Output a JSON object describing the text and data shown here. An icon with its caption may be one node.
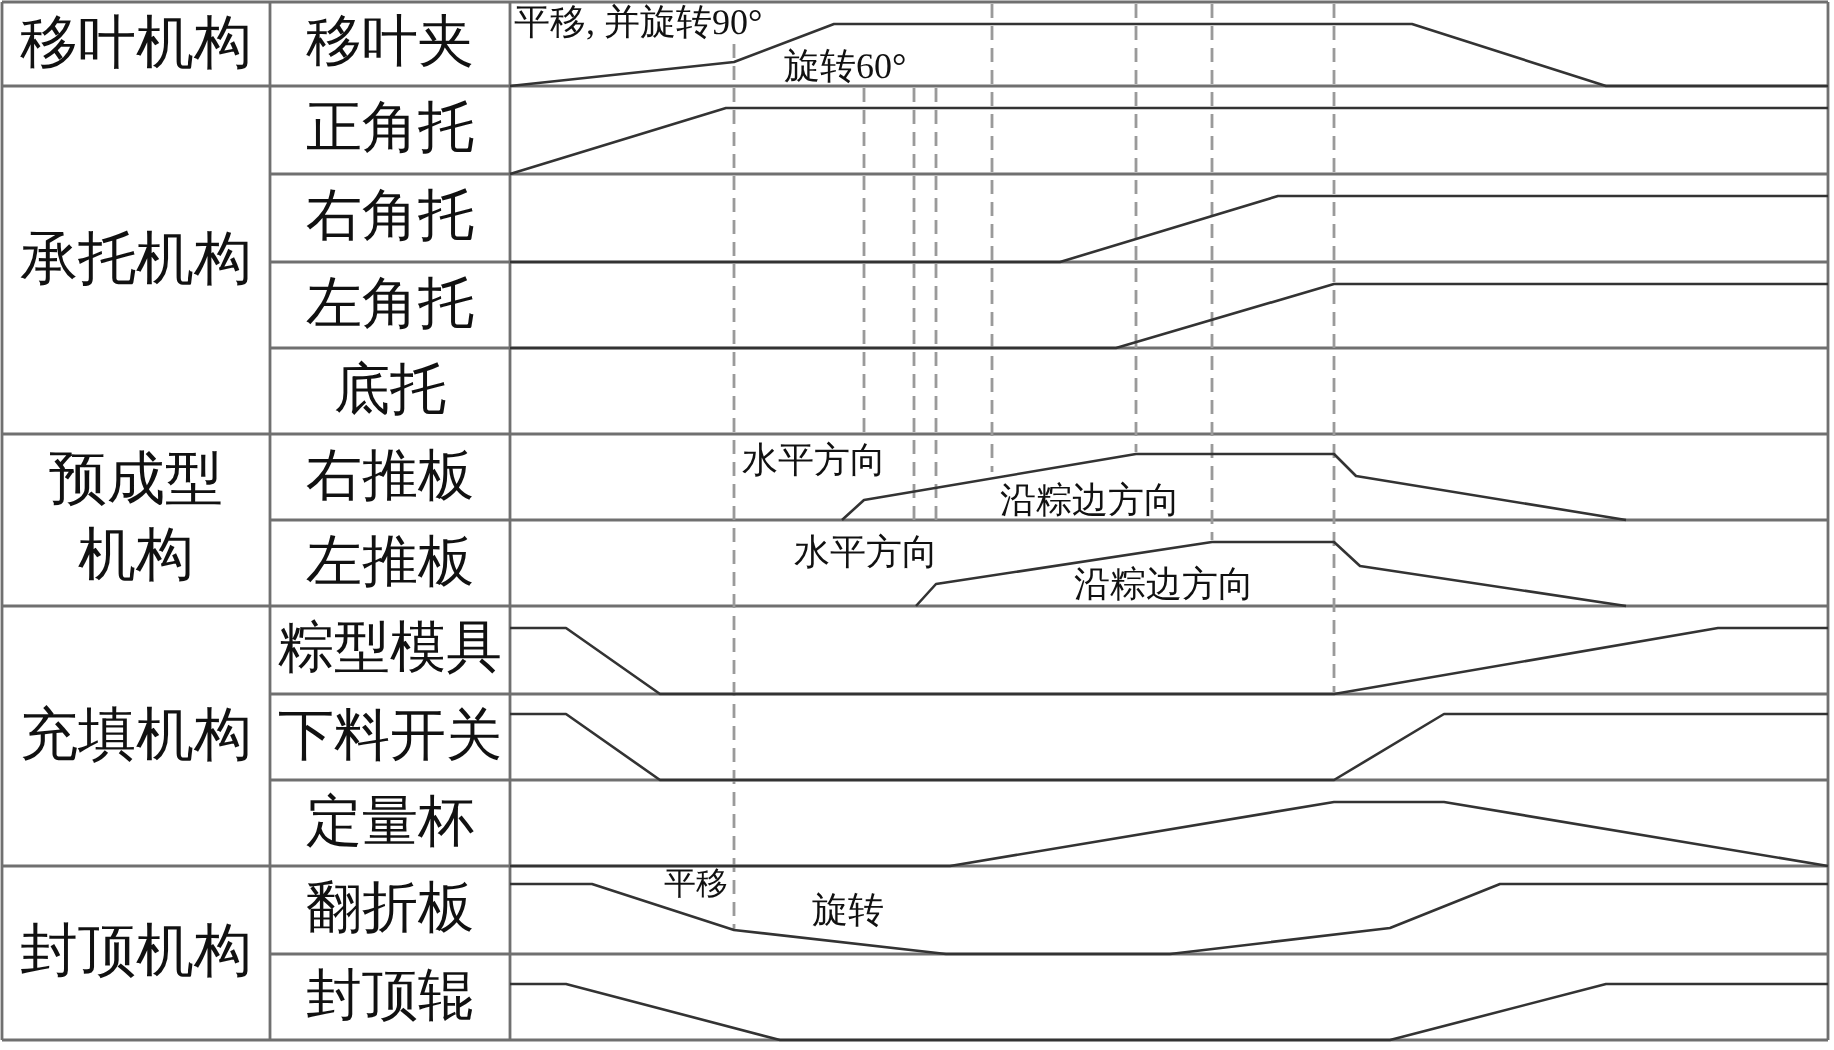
{
  "diagram": {
    "labels": [
      "移叶机构",
      "移叶夹",
      "平移, 并旋转90°",
      "旋转60°",
      "承托机构",
      "正角托",
      "右角托",
      "左角托",
      "底托",
      "预成型机构",
      "右推板",
      "水平方向",
      "沿粽边方向",
      "左推板",
      "水平方向",
      "沿粽边方向",
      "充填机构",
      "粽型模具",
      "下料开关",
      "定量杯",
      "封顶机构",
      "翻折板",
      "平移",
      "旋转",
      "封顶辊"
    ]
  }
}
